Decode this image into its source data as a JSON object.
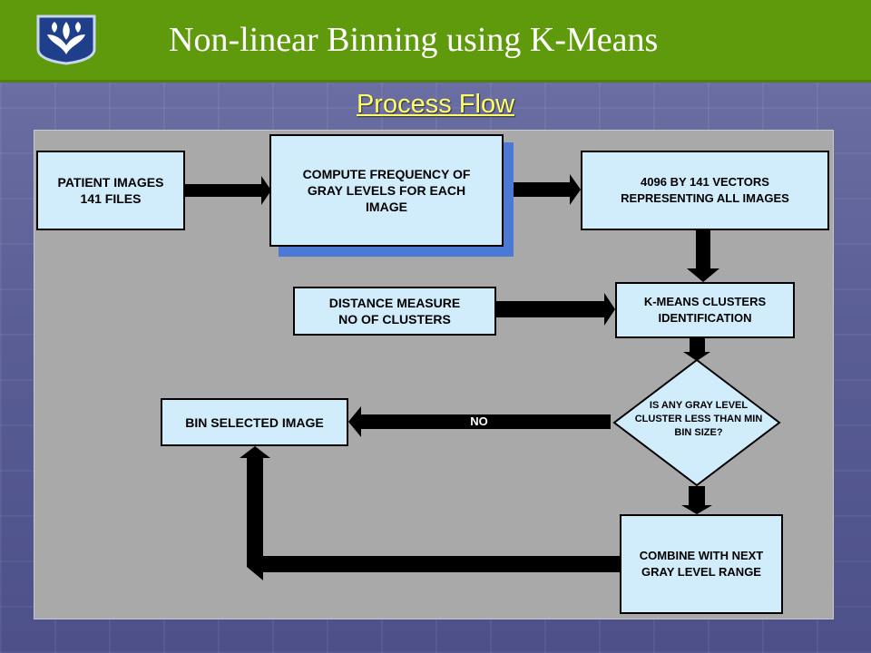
{
  "header": {
    "title": "Non-linear Binning using K-Means",
    "bg_color": "#5e9a0c",
    "logo_icon": "university-seal-icon"
  },
  "subtitle": "Process Flow",
  "flow": {
    "patient_images": "PATIENT IMAGES\n141 FILES",
    "compute_frequency": "COMPUTE FREQUENCY OF\nGRAY LEVELS FOR EACH\nIMAGE",
    "vectors": "4096 BY 141 VECTORS\nREPRESENTING ALL IMAGES",
    "distance_measure": "DISTANCE MEASURE\nNO OF CLUSTERS",
    "kmeans": "K-MEANS CLUSTERS\nIDENTIFICATION",
    "decision": "IS ANY GRAY LEVEL\nCLUSTER LESS THAN MIN\nBIN SIZE?",
    "no_label": "NO",
    "bin_selected": "BIN SELECTED IMAGE",
    "combine": "COMBINE WITH NEXT\nGRAY LEVEL RANGE"
  },
  "colors": {
    "box_fill": "#d1ecfb",
    "panel": "#a9a9a9",
    "subtitle": "#ffff66"
  }
}
